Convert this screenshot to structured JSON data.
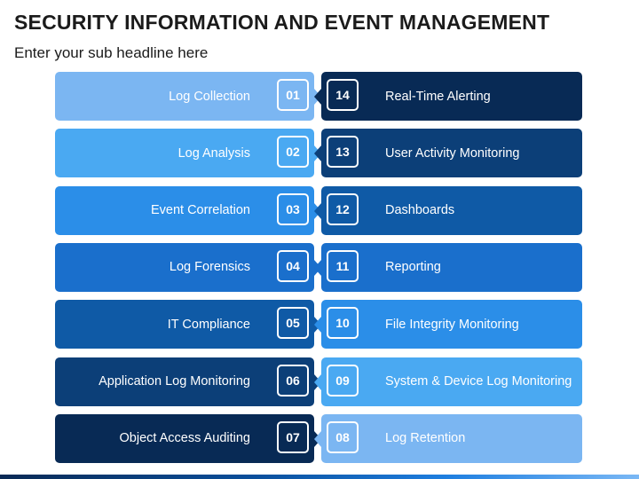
{
  "header": {
    "title": "SECURITY INFORMATION AND EVENT MANAGEMENT",
    "subtitle": "Enter your sub headline here"
  },
  "colors": [
    "#7bb6f2",
    "#4aa9f2",
    "#2b8ee8",
    "#1a6fcc",
    "#0f5aa6",
    "#0c3f78",
    "#082a55"
  ],
  "left_items": [
    {
      "label": "Log Collection",
      "number": "01"
    },
    {
      "label": "Log Analysis",
      "number": "02"
    },
    {
      "label": "Event Correlation",
      "number": "03"
    },
    {
      "label": "Log Forensics",
      "number": "04"
    },
    {
      "label": "IT Compliance",
      "number": "05"
    },
    {
      "label": "Application Log Monitoring",
      "number": "06"
    },
    {
      "label": "Object Access Auditing",
      "number": "07"
    }
  ],
  "right_items": [
    {
      "label": "Real-Time Alerting",
      "number": "14"
    },
    {
      "label": "User Activity Monitoring",
      "number": "13"
    },
    {
      "label": "Dashboards",
      "number": "12"
    },
    {
      "label": "Reporting",
      "number": "11"
    },
    {
      "label": "File Integrity Monitoring",
      "number": "10"
    },
    {
      "label": "System & Device Log Monitoring",
      "number": "09"
    },
    {
      "label": "Log Retention",
      "number": "08"
    }
  ]
}
